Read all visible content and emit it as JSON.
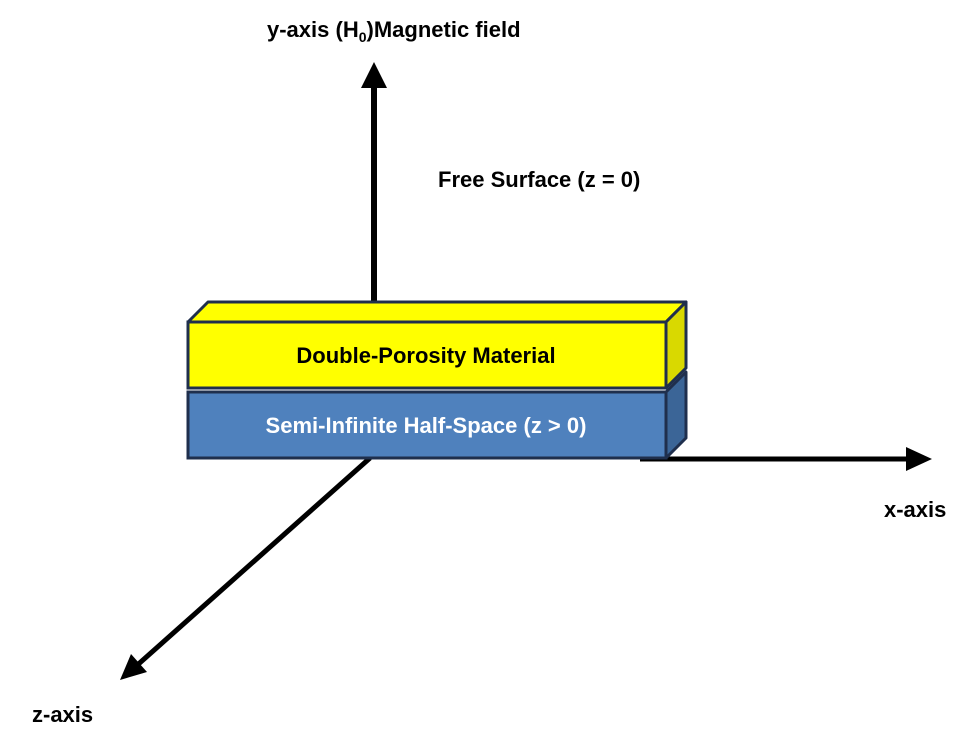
{
  "labels": {
    "y_axis_prefix": "y-axis  (H",
    "y_axis_subscript": "0",
    "y_axis_suffix": ")Magnetic field",
    "free_surface": "Free Surface (z = 0)",
    "top_layer": "Double-Porosity  Material",
    "bottom_layer": "Semi-Infinite Half-Space (z > 0)",
    "x_axis": "x-axis",
    "z_axis": "z-axis"
  },
  "colors": {
    "axis": "#000000",
    "top_layer_fill": "#ffff00",
    "top_layer_side": "#d9d900",
    "bottom_layer_fill": "#4f81bd",
    "bottom_layer_side": "#3b6597",
    "layer_border": "#1f2f4d",
    "bottom_label_text": "#ffffff"
  }
}
